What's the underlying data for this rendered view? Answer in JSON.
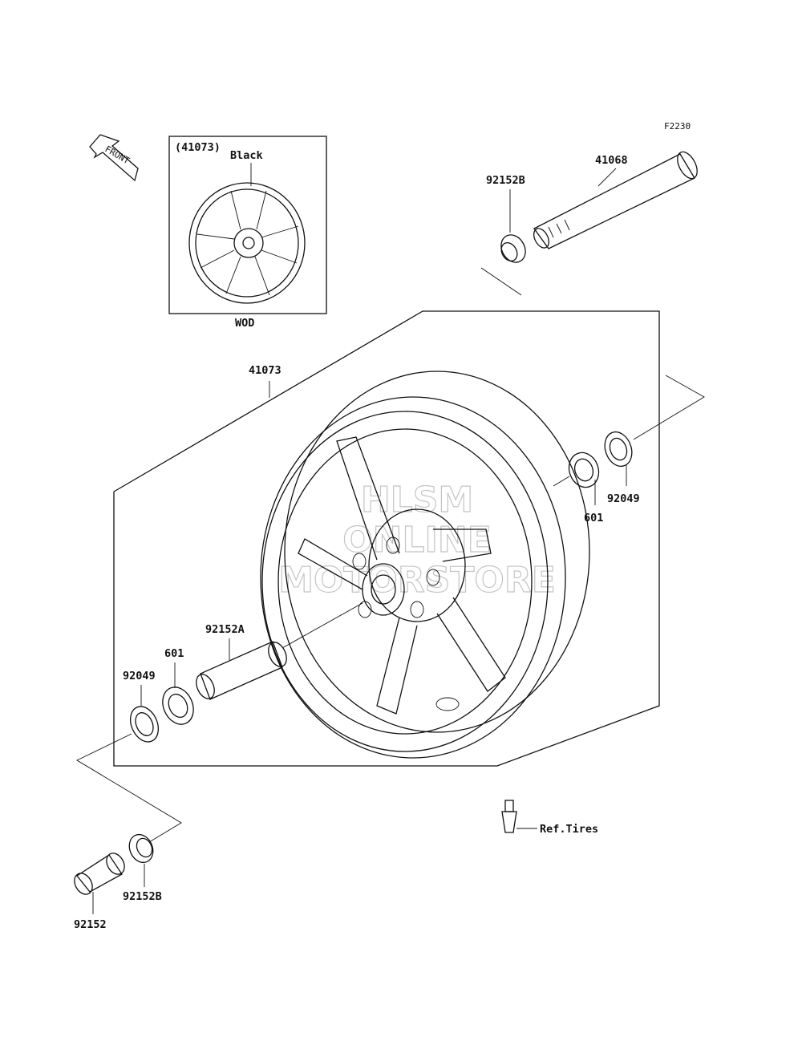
{
  "diagram_code": "F2230",
  "front_label": "FRONT",
  "inset": {
    "ref": "(41073)",
    "color_label": "Black",
    "caption": "WOD"
  },
  "labels": {
    "axle": "41068",
    "collar_top": "92152B",
    "wheel": "41073",
    "bearing_right": "601",
    "seal_right": "92049",
    "spacer": "92152A",
    "bearing_left": "601",
    "seal_left": "92049",
    "collar_left": "92152",
    "collar_left_b": "92152B",
    "valve": "Ref.Tires"
  },
  "watermark": [
    "HLSM",
    "ONLINE",
    "MOTORSTORE"
  ]
}
